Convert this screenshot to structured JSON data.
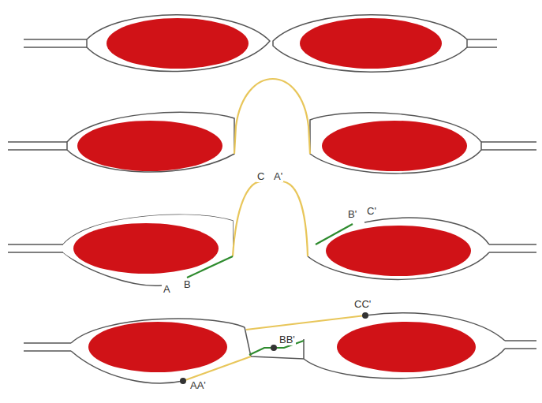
{
  "diagram": {
    "labels": [
      "C",
      "A'",
      "A",
      "B",
      "B'",
      "C'",
      "CC'",
      "BB'",
      "AA'"
    ]
  }
}
